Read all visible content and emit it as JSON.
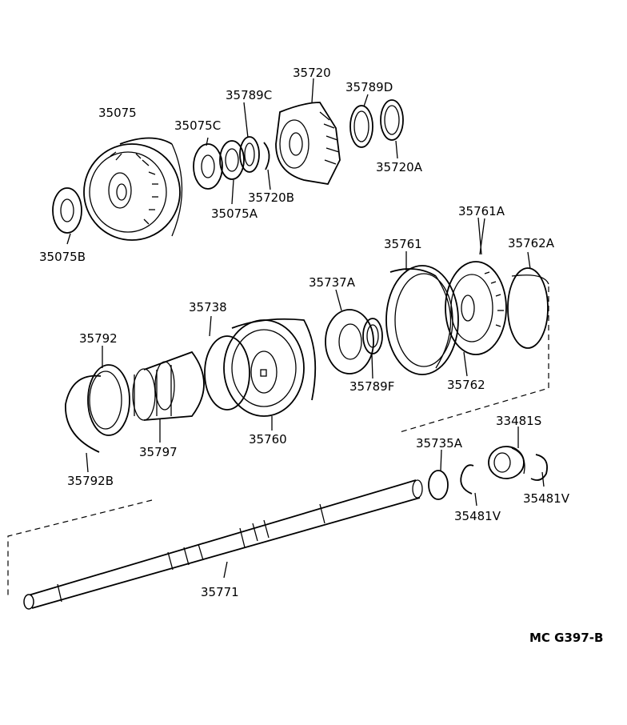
{
  "diagram_code": "MC  G397-B",
  "parts": {
    "p35075": "35075",
    "p35075B": "35075B",
    "p35075C": "35075C",
    "p35075A": "35075A",
    "p35789C": "35789C",
    "p35720": "35720",
    "p35720B": "35720B",
    "p35789D": "35789D",
    "p35720A": "35720A",
    "p35761A": "35761A",
    "p35762A": "35762A",
    "p35761": "35761",
    "p35737A": "35737A",
    "p35738": "35738",
    "p35792": "35792",
    "p35789F": "35789F",
    "p35762": "35762",
    "p35797": "35797",
    "p35760": "35760",
    "p35792B": "35792B",
    "p33481S": "33481S",
    "p35735A": "35735A",
    "p35481V_a": "35481V",
    "p35481V_b": "35481V",
    "p35771": "35771"
  }
}
